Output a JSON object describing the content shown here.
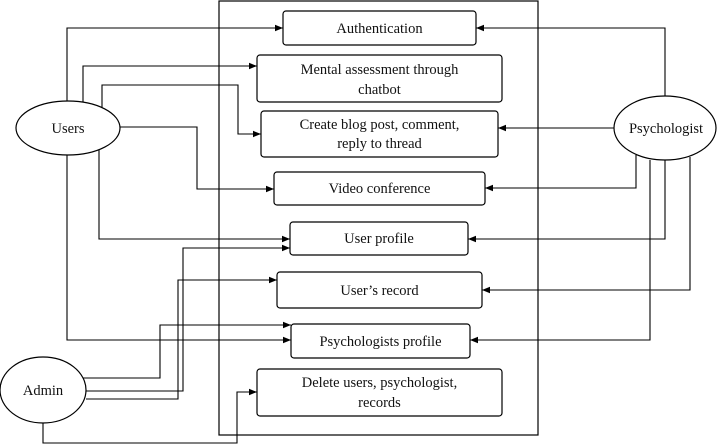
{
  "actors": {
    "users": "Users",
    "psychologist": "Psychologist",
    "admin": "Admin"
  },
  "use_cases": {
    "authentication": [
      "Authentication"
    ],
    "mental_assessment": [
      "Mental assessment through",
      "chatbot"
    ],
    "blog": [
      "Create blog post, comment,",
      "reply to thread"
    ],
    "video": [
      "Video conference"
    ],
    "user_profile": [
      "User profile"
    ],
    "users_record": [
      "User’s record"
    ],
    "psychologists_profile": [
      "Psychologists profile"
    ],
    "delete": [
      "Delete users, psychologist,",
      "records"
    ]
  }
}
